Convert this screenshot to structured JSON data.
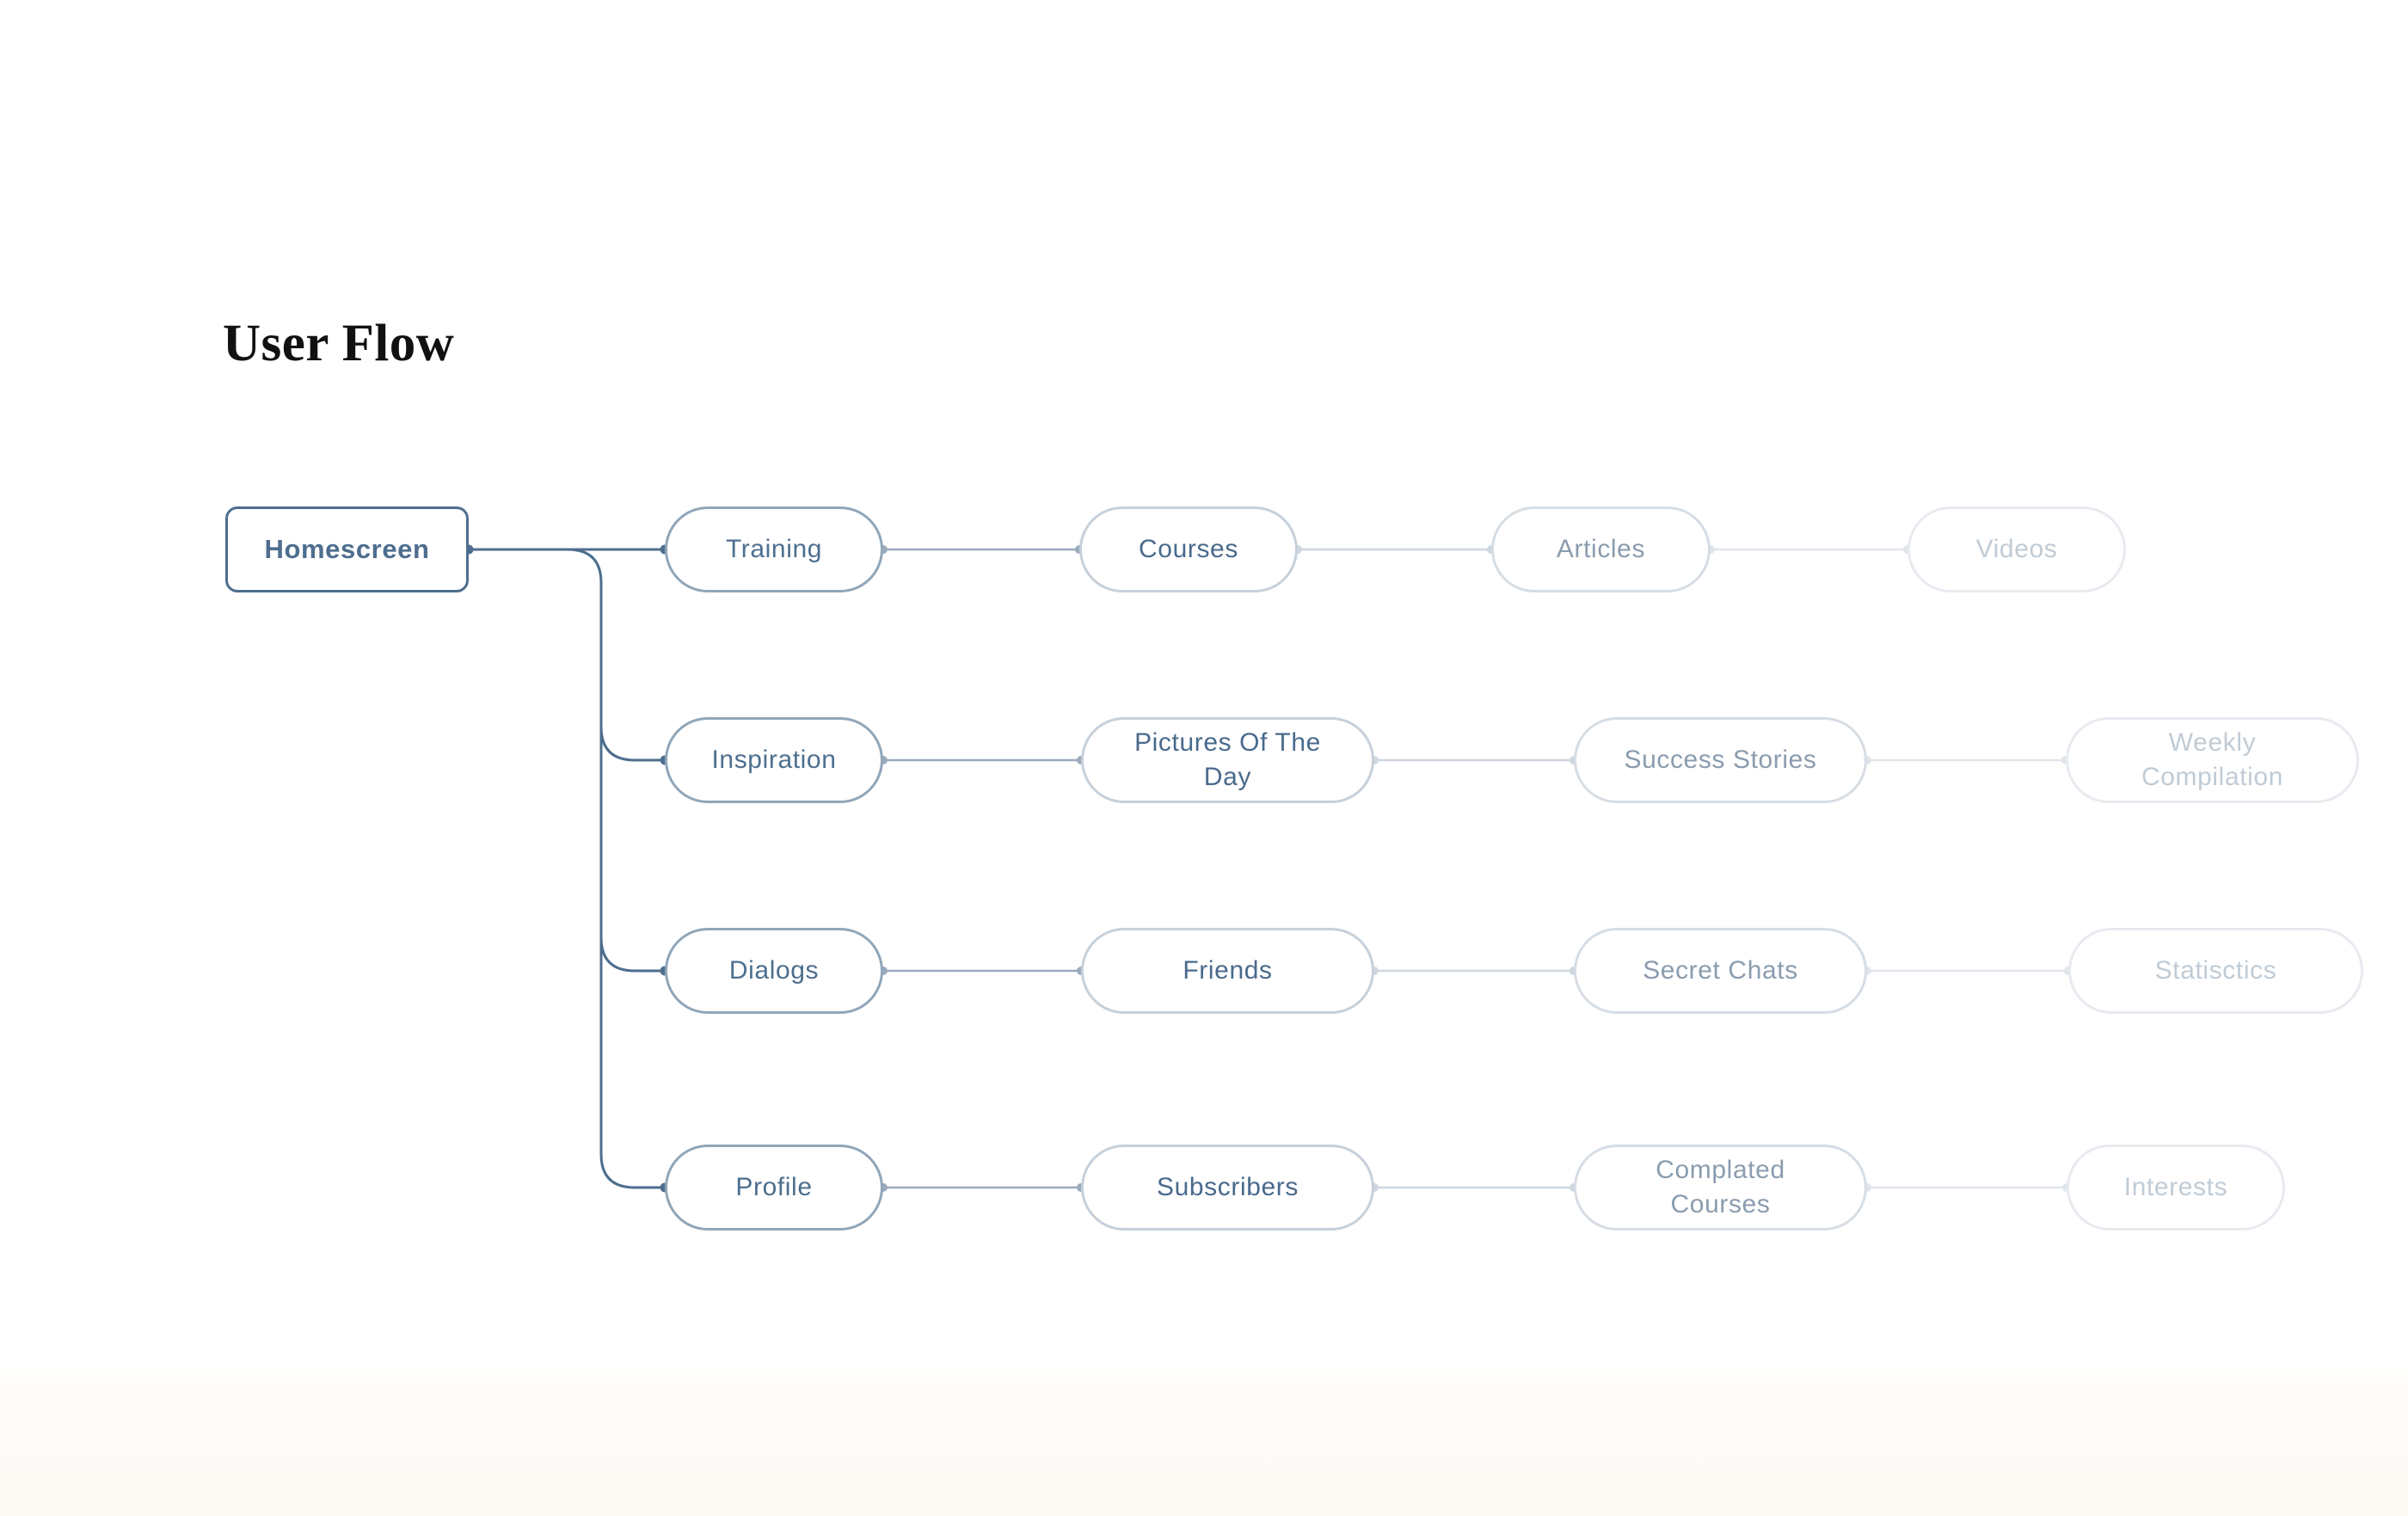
{
  "page": {
    "title": "User Flow"
  },
  "colors": {
    "background": "#ffffff",
    "footer_tint": "#fcf9f4",
    "title_text": "#111111",
    "accent_dark": "#4d6e8e",
    "level1_border": "#90a6b9",
    "level1_text": "#4d6f8f",
    "level2_border": "#c6d0da",
    "level2_text": "#496a8c",
    "level3_border": "#d6dde4",
    "level3_text": "#8a9cae",
    "level4_border": "#e7ebf0",
    "level4_text": "#c0cbd5",
    "line_level0": "#4d6e8e",
    "line_level1": "#9aabbc",
    "line_level2": "#ced6df",
    "line_level3": "#e0e5eb"
  },
  "flow": {
    "root": {
      "label": "Homescreen"
    },
    "rows": [
      {
        "nodes": [
          {
            "label": "Training"
          },
          {
            "label": "Courses"
          },
          {
            "label": "Articles"
          },
          {
            "label": "Videos"
          }
        ]
      },
      {
        "nodes": [
          {
            "label": "Inspiration"
          },
          {
            "label": "Pictures Of The\nDay"
          },
          {
            "label": "Success Stories"
          },
          {
            "label": "Weekly\nCompilation"
          }
        ]
      },
      {
        "nodes": [
          {
            "label": "Dialogs"
          },
          {
            "label": "Friends"
          },
          {
            "label": "Secret Chats"
          },
          {
            "label": "Statisctics"
          }
        ]
      },
      {
        "nodes": [
          {
            "label": "Profile"
          },
          {
            "label": "Subscribers"
          },
          {
            "label": "Complated\nCourses"
          },
          {
            "label": "Interests"
          }
        ]
      }
    ]
  }
}
